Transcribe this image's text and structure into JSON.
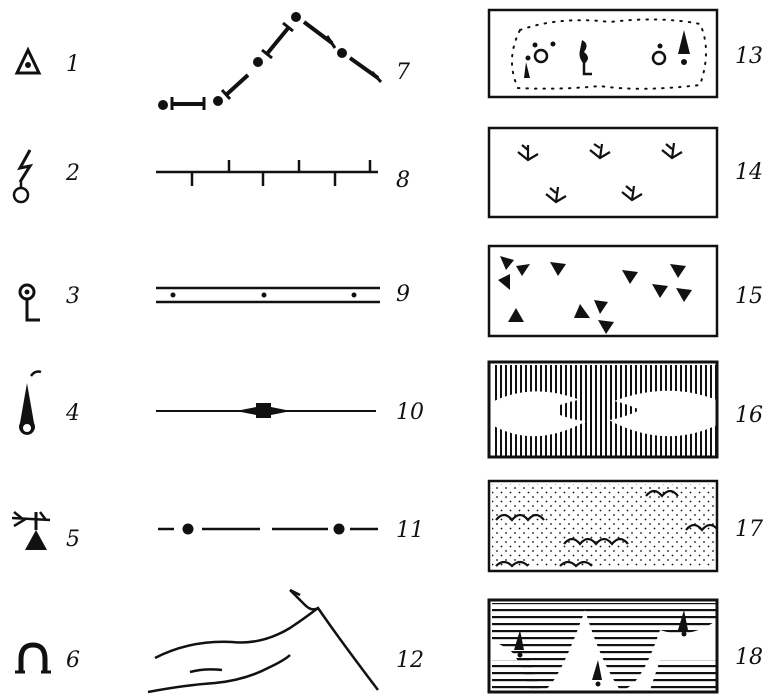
{
  "legend_numbers": {
    "n1": "1",
    "n2": "2",
    "n3": "3",
    "n4": "4",
    "n5": "5",
    "n6": "6",
    "n7": "7",
    "n8": "8",
    "n9": "9",
    "n10": "10",
    "n11": "11",
    "n12": "12",
    "n13": "13",
    "n14": "14",
    "n15": "15",
    "n16": "16",
    "n17": "17",
    "n18": "18"
  },
  "colors": {
    "ink": "#111111",
    "paper": "#ffffff"
  }
}
